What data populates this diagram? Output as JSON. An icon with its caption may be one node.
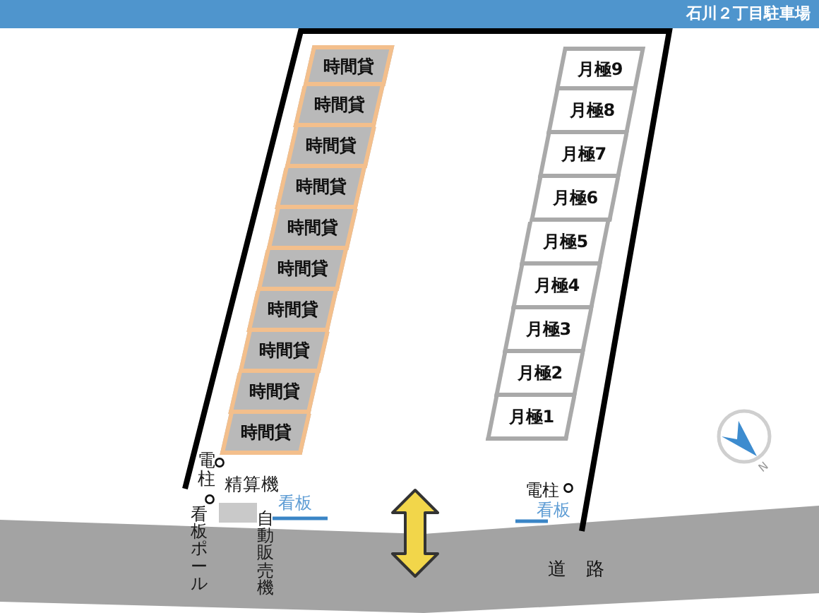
{
  "diagram": {
    "title": "石川２丁目駐車場",
    "nodes": [
      {
        "text": [
          "時間貸"
        ]
      },
      {
        "text": [
          "時間貸"
        ]
      },
      {
        "text": [
          "時間貸"
        ]
      },
      {
        "text": [
          "時間貸"
        ]
      },
      {
        "text": [
          "時間貸"
        ]
      },
      {
        "text": [
          "時間貸"
        ]
      },
      {
        "text": [
          "時間貸"
        ]
      },
      {
        "text": [
          "時間貸"
        ]
      },
      {
        "text": [
          "時間貸"
        ]
      },
      {
        "text": [
          "時間貸"
        ]
      },
      {
        "text": [
          "月極9"
        ]
      },
      {
        "text": [
          "月極8"
        ]
      },
      {
        "text": [
          "月極7"
        ]
      },
      {
        "text": [
          "月極6"
        ]
      },
      {
        "text": [
          "月極5"
        ]
      },
      {
        "text": [
          "月極4"
        ]
      },
      {
        "text": [
          "月極3"
        ]
      },
      {
        "text": [
          "月極2"
        ]
      },
      {
        "text": [
          "月極1"
        ]
      },
      {
        "text": [
          "道路"
        ]
      }
    ],
    "labels": [
      "電柱",
      "N",
      "精算機",
      "電柱",
      "看板",
      "看板",
      "看板ポール",
      "自動販売機"
    ]
  }
}
